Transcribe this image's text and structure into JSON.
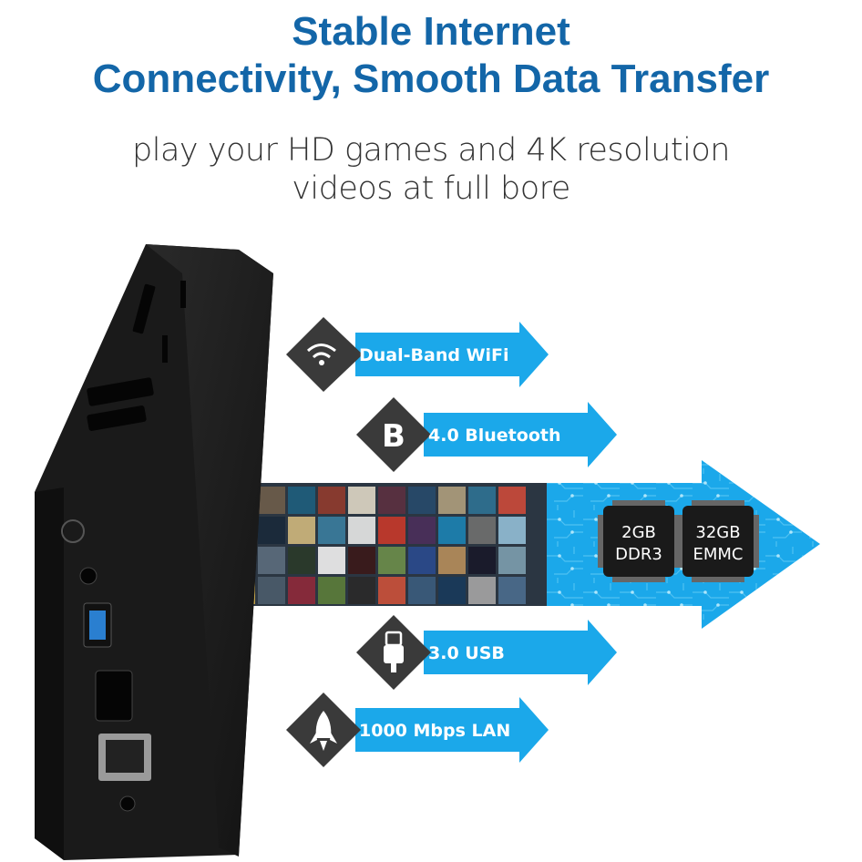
{
  "headline": {
    "line1": "Stable Internet",
    "line2": "Connectivity, Smooth Data Transfer"
  },
  "subheadline": {
    "line1": "play your HD games and 4K resolution",
    "line2": "videos at full bore"
  },
  "features": [
    {
      "label": "Dual-Band WiFi",
      "icon": "wifi-icon"
    },
    {
      "label": "4.0 Bluetooth",
      "icon": "bluetooth-icon",
      "icon_letter": "B"
    },
    {
      "label": "3.0 USB",
      "icon": "usb-icon"
    },
    {
      "label": "1000 Mbps LAN",
      "icon": "rocket-icon"
    }
  ],
  "chips": [
    {
      "line1": "2GB",
      "line2": "DDR3"
    },
    {
      "line1": "32GB",
      "line2": "EMMC"
    }
  ],
  "colors": {
    "headline": "#1366a8",
    "arrow": "#1ba8ea",
    "icon_diamond": "#3a3a3a",
    "device": "#1c1c1c"
  }
}
